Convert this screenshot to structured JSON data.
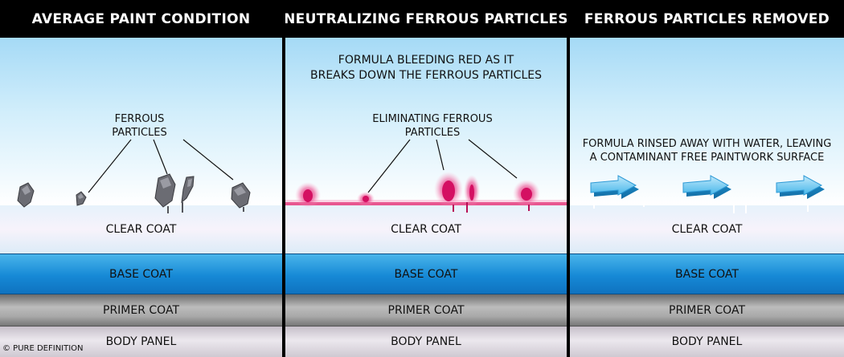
{
  "panels": [
    {
      "title": "AVERAGE PAINT CONDITION",
      "callout": [
        "FERROUS",
        "PARTICLES"
      ]
    },
    {
      "title": "NEUTRALIZING FERROUS PARTICLES",
      "note": [
        "FORMULA BLEEDING RED AS IT",
        "BREAKS DOWN THE FERROUS PARTICLES"
      ],
      "callout": [
        "ELIMINATING FERROUS",
        "PARTICLES"
      ]
    },
    {
      "title": "FERROUS PARTICLES REMOVED",
      "callout": [
        "FORMULA RINSED AWAY WITH WATER, LEAVING",
        "A CONTAMINANT FREE PAINTWORK SURFACE"
      ]
    }
  ],
  "layers": {
    "clear_coat": "CLEAR COAT",
    "base_coat": "BASE COAT",
    "primer_coat": "PRIMER COAT",
    "body_panel": "BODY PANEL"
  },
  "copyright": "©  PURE DEFINITION",
  "colors": {
    "particle": "#6f7077",
    "bleed": "#e0136b",
    "arrow": "#35aee6",
    "base_coat": "#1689d6"
  }
}
